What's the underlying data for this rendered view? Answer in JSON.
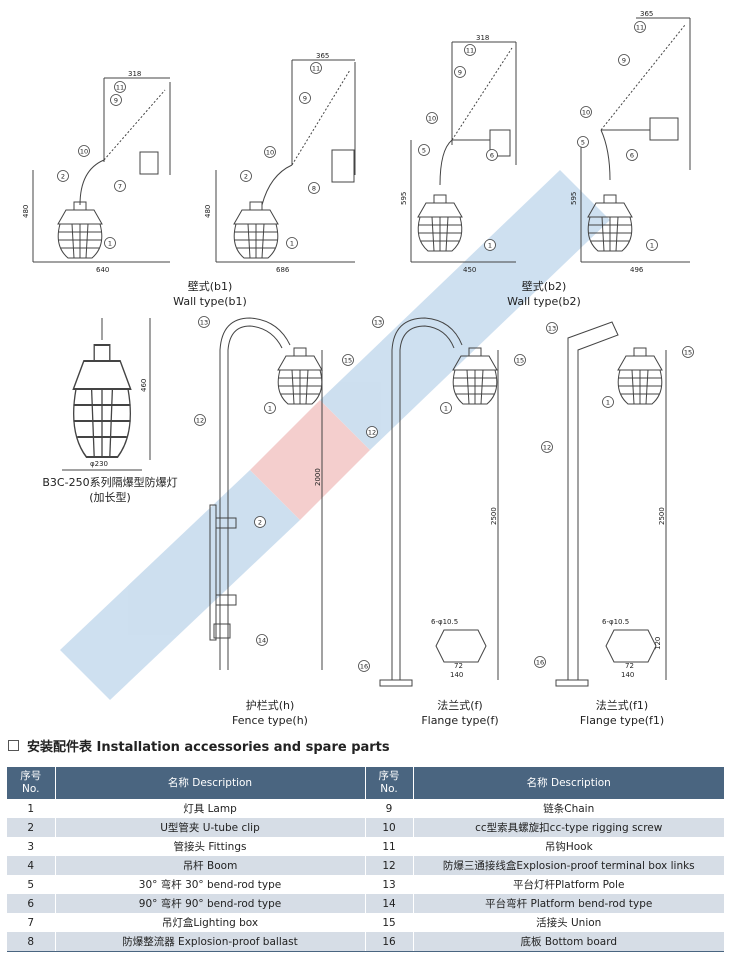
{
  "figures": {
    "b1": {
      "dims": {
        "w318": "318",
        "w365": "365",
        "h480a": "480",
        "w640": "640",
        "h480b": "480",
        "w686": "686"
      },
      "caption_cn": "壁式(b1)",
      "caption_en": "Wall type(b1)"
    },
    "b2": {
      "dims": {
        "w318": "318",
        "w365": "365",
        "h595a": "595",
        "w450": "450",
        "h595b": "595",
        "w496": "496"
      },
      "caption_cn": "壁式(b2)",
      "caption_en": "Wall type(b2)"
    },
    "lamp": {
      "dims": {
        "h460": "460",
        "d230": "φ230"
      },
      "caption_l1": "B3C-250系列隔爆型防爆灯",
      "caption_l2": "(加长型)"
    },
    "h": {
      "dims": {
        "h2000": "2000"
      },
      "caption_cn": "护栏式(h)",
      "caption_en": "Fence type(h)"
    },
    "f": {
      "dims": {
        "h2500": "2500",
        "holes": "6-φ10.5",
        "w72": "72",
        "w140": "140"
      },
      "caption_cn": "法兰式(f)",
      "caption_en": "Flange type(f)"
    },
    "f1": {
      "dims": {
        "h2500": "2500",
        "holes": "6-φ10.5",
        "w72": "72",
        "w140": "140",
        "h120": "120"
      },
      "caption_cn": "法兰式(f1)",
      "caption_en": "Flange type(f1)"
    },
    "callouts": [
      "1",
      "2",
      "5",
      "6",
      "7",
      "8",
      "9",
      "10",
      "11",
      "12",
      "13",
      "14",
      "15",
      "16"
    ]
  },
  "section": {
    "title": "安装配件表 Installation accessories and spare parts"
  },
  "table": {
    "head": {
      "no_cn": "序号",
      "no_en": "No.",
      "desc": "名称 Description"
    },
    "rows": [
      {
        "l_no": "1",
        "l_desc": "灯具 Lamp",
        "r_no": "9",
        "r_desc": "链条Chain"
      },
      {
        "l_no": "2",
        "l_desc": "U型管夹 U-tube clip",
        "r_no": "10",
        "r_desc": "cc型索具螺旋扣cc-type rigging screw"
      },
      {
        "l_no": "3",
        "l_desc": "管接头 Fittings",
        "r_no": "11",
        "r_desc": "吊钩Hook"
      },
      {
        "l_no": "4",
        "l_desc": "吊杆 Boom",
        "r_no": "12",
        "r_desc": "防爆三通接线盒Explosion-proof terminal box links"
      },
      {
        "l_no": "5",
        "l_desc": "30° 弯杆 30° bend-rod type",
        "r_no": "13",
        "r_desc": "平台灯杆Platform Pole"
      },
      {
        "l_no": "6",
        "l_desc": "90° 弯杆 90° bend-rod type",
        "r_no": "14",
        "r_desc": "平台弯杆 Platform bend-rod type"
      },
      {
        "l_no": "7",
        "l_desc": "吊灯盒Lighting box",
        "r_no": "15",
        "r_desc": "活接头 Union"
      },
      {
        "l_no": "8",
        "l_desc": "防爆整流器 Explosion-proof ballast",
        "r_no": "16",
        "r_desc": "底板 Bottom board"
      }
    ]
  },
  "colors": {
    "header_bg": "#4a6580",
    "stripe": "#d6dde6",
    "line": "#444444",
    "watermark_blue": "#4f8fc8",
    "watermark_red": "#d9534f"
  }
}
